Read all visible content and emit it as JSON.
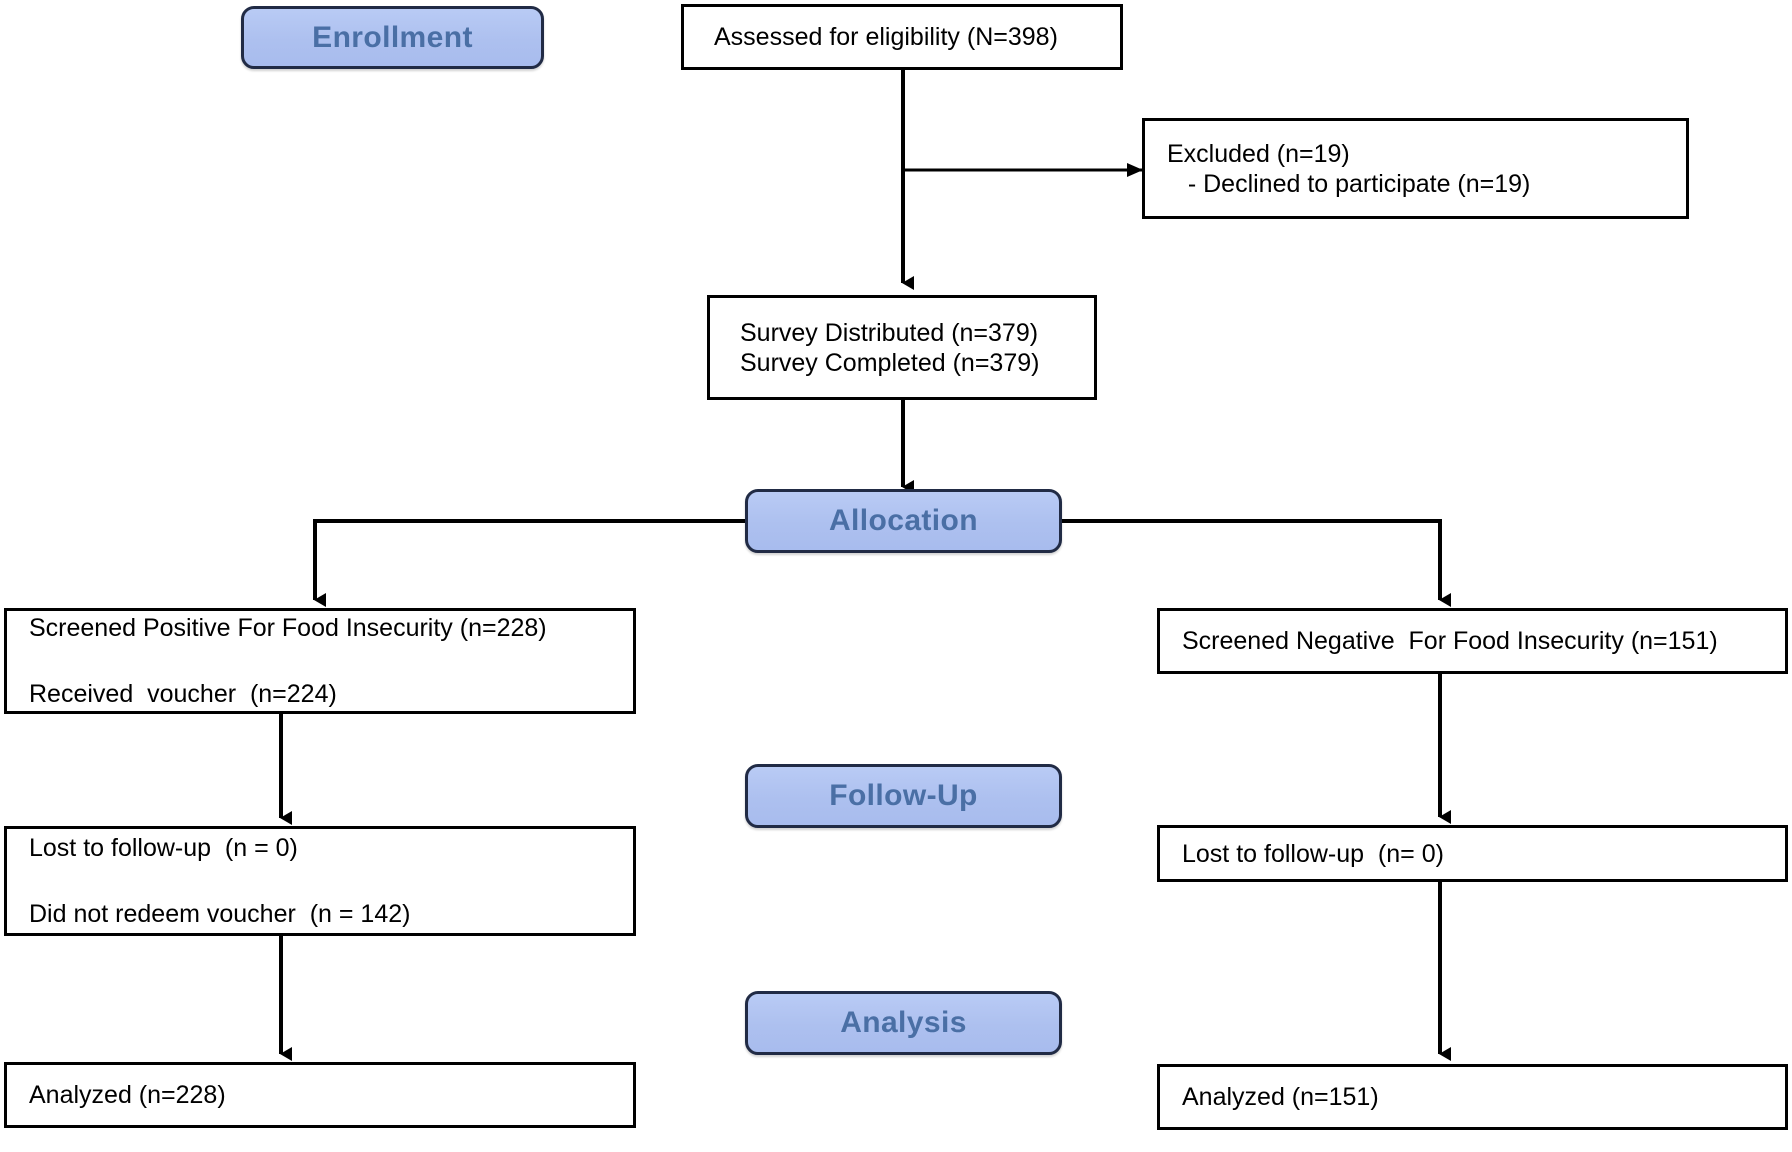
{
  "diagram": {
    "title": "CONSORT participant flow diagram",
    "colors": {
      "badge_fill": "#adc0ef",
      "badge_border": "#212b45",
      "badge_text": "#4a6fa5",
      "box_border": "#000000",
      "box_fill": "#ffffff",
      "connector": "#000000"
    },
    "stages": [
      {
        "id": "enrollment",
        "label": "Enrollment"
      },
      {
        "id": "allocation",
        "label": "Allocation"
      },
      {
        "id": "follow_up",
        "label": "Follow-Up"
      },
      {
        "id": "analysis",
        "label": "Analysis"
      }
    ],
    "nodes": {
      "assessed": {
        "lines": [
          "Assessed for eligibility (N=398)"
        ]
      },
      "excluded": {
        "lines": [
          "Excluded (n=19)",
          "   - Declined to participate (n=19)"
        ]
      },
      "survey": {
        "lines": [
          "Survey Distributed (n=379)",
          "Survey Completed (n=379)"
        ]
      },
      "screened_positive": {
        "lines": [
          "Screened Positive For Food Insecurity (n=228)",
          "Received  voucher  (n=224)"
        ]
      },
      "screened_negative": {
        "lines": [
          "Screened Negative  For Food Insecurity (n=151)"
        ]
      },
      "followup_left": {
        "lines": [
          "Lost to follow-up  (n = 0)",
          "Did not redeem voucher  (n = 142)"
        ]
      },
      "followup_right": {
        "lines": [
          "Lost to follow-up  (n= 0)"
        ]
      },
      "analyzed_left": {
        "lines": [
          "Analyzed (n=228)"
        ]
      },
      "analyzed_right": {
        "lines": [
          "Analyzed (n=151)"
        ]
      }
    },
    "counts": {
      "assessed_for_eligibility": 398,
      "excluded_total": 19,
      "declined_to_participate": 19,
      "survey_distributed": 379,
      "survey_completed": 379,
      "screened_positive": 228,
      "received_voucher": 224,
      "screened_negative": 151,
      "lost_to_followup_positive": 0,
      "did_not_redeem_voucher": 142,
      "lost_to_followup_negative": 0,
      "analyzed_positive": 228,
      "analyzed_negative": 151
    }
  }
}
